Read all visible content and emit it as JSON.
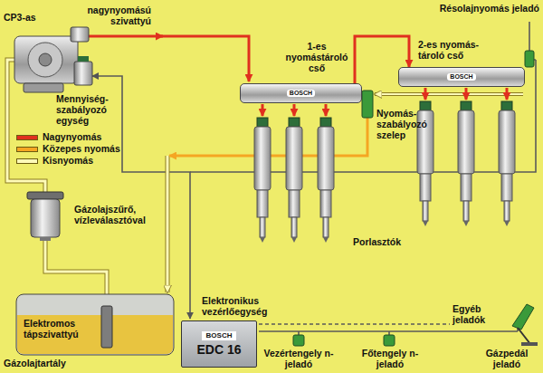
{
  "diagram": {
    "nodes": [
      {
        "text": [
          "BOSCH"
        ]
      },
      {
        "text": [
          "BOSCH"
        ]
      },
      {
        "text": [
          "Elektronikus vezérlőegység",
          "BOSCH",
          "EDC 16"
        ]
      }
    ],
    "edges": [
      {
        "from": 0,
        "to": 1,
        "arrow": "to"
      }
    ],
    "labels": [
      "CP3-as",
      "nagynyomású szivattyú",
      "Mennyiség-szabályozó egység",
      "1-es nyomástároló cső",
      "2-es nyomás- tároló cső",
      "Résolajnyomás jeladó",
      "Nyomás-szabályozó szelep",
      "Gázolajszűrő, vízleválasztóval",
      "Porlasztók",
      "Elektromos tápszivattyú",
      "Gázolajtartály",
      "Egyéb jeladók",
      "Vezértengely n-jeladó",
      "Főtengely n-jeladó",
      "Gázpedál jeladó"
    ],
    "legend": [
      {
        "text": "Nagynyomás",
        "color": "#e0301e"
      },
      {
        "text": "Közepes nyomás",
        "color": "#f5a623"
      },
      {
        "text": "Kisnyomás",
        "color": "#fffbb8"
      }
    ]
  }
}
